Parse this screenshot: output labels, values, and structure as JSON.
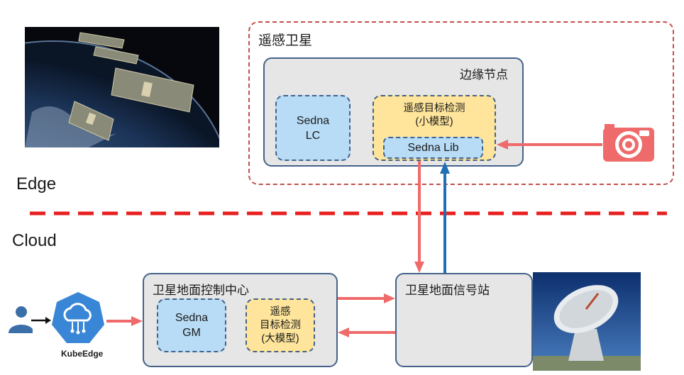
{
  "edge_label": "Edge",
  "cloud_label": "Cloud",
  "satellite_group": {
    "title": "遥感卫星",
    "edge_node": {
      "title": "边缘节点",
      "sedna_lc": [
        "Sedna",
        "LC"
      ],
      "detect_small": [
        "遥感目标检测",
        "(小模型)"
      ],
      "sedna_lib": "Sedna Lib"
    }
  },
  "ground_control": {
    "title": "卫星地面控制中心",
    "sedna_gm": [
      "Sedna",
      "GM"
    ],
    "detect_large": [
      "遥感",
      "目标检测",
      "(大模型)"
    ]
  },
  "ground_station": {
    "title": "卫星地面信号站"
  },
  "kubeedge_label": "KubeEdge",
  "colors": {
    "arrow_red": "#ef6a6a",
    "arrow_blue": "#1f6fb5",
    "divider": "#e81f1f",
    "dashed_group": "#c0504d"
  }
}
